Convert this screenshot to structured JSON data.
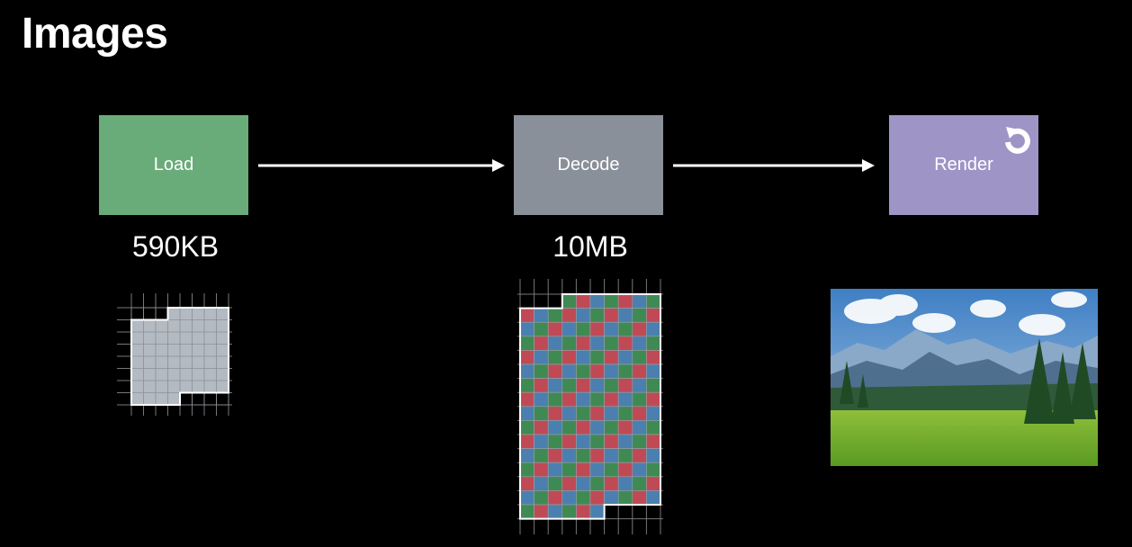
{
  "slide": {
    "title": "Images"
  },
  "pipeline": {
    "stages": [
      {
        "label": "Load",
        "color": "#6aab7a"
      },
      {
        "label": "Decode",
        "color": "#8a9099"
      },
      {
        "label": "Render",
        "color": "#9e94c6"
      }
    ],
    "render_icon": "refresh-icon"
  },
  "sizes": {
    "load": "590KB",
    "decode": "10MB"
  },
  "pixel_colors": [
    "#3f8a53",
    "#bf4a55",
    "#4a7fb0"
  ],
  "compressed_cell_color": "#b4bac2",
  "photo_subject": "mountain meadow landscape"
}
